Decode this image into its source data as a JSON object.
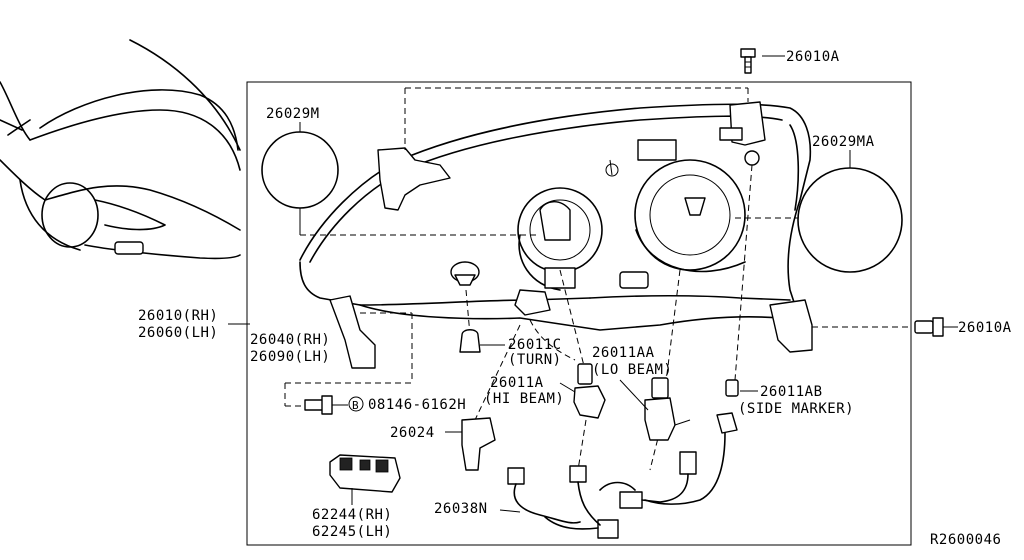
{
  "labels": {
    "bolt_top": "26010A",
    "bolt_right": "26010A",
    "lens_left": "26029M",
    "lens_right": "26029MA",
    "lamp_rh": "26010(RH)",
    "lamp_lh": "26060(LH)",
    "bracket_rh": "26040(RH)",
    "bracket_lh": "26090(LH)",
    "bolt_circle": "B",
    "bolt_part": "08146-6162H",
    "turn_part": "26011C",
    "turn_desc": "(TURN)",
    "hibeam_part": "26011A",
    "hibeam_desc": "(HI BEAM)",
    "lobeam_part": "26011AA",
    "lobeam_desc": "(LO BEAM)",
    "side_part": "26011AB",
    "side_desc": "(SIDE MARKER)",
    "socket": "26024",
    "harness": "26038N",
    "fog_rh": "62244(RH)",
    "fog_lh": "62245(LH)",
    "ref": "R2600046"
  }
}
